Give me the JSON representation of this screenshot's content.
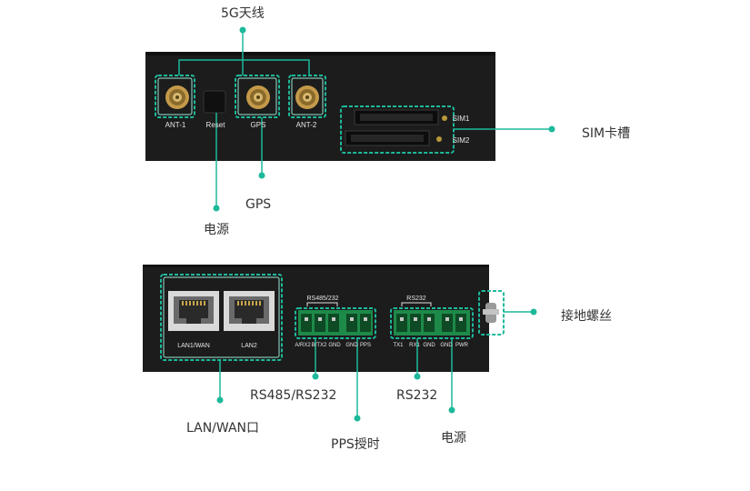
{
  "colors": {
    "accent": "#1db99a",
    "panel": "#1c1c1c",
    "text": "#333333"
  },
  "top_panel": {
    "callouts": {
      "antenna_5g": "5G天线",
      "gps": "GPS",
      "power": "电源",
      "sim_slot": "SIM卡槽"
    },
    "silkscreen": {
      "ant1": "ANT-1",
      "reset": "Reset",
      "gps": "GPS",
      "ant2": "ANT-2",
      "sim1": "SIM1",
      "sim2": "SIM2"
    }
  },
  "bottom_panel": {
    "callouts": {
      "lan_wan": "LAN/WAN口",
      "rs485_rs232": "RS485/RS232",
      "pps": "PPS授时",
      "rs232": "RS232",
      "power": "电源",
      "ground_screw": "接地螺丝"
    },
    "silkscreen": {
      "lan1": "LAN1/WAN",
      "lan2": "LAN2",
      "group1_title": "RS485/232",
      "group2_title": "RS232",
      "group1_pins": [
        "A/RX2",
        "B/TX2",
        "GND",
        "GND",
        "PPS"
      ],
      "group2_pins": [
        "TX1",
        "RX1",
        "GND",
        "GND",
        "PWR"
      ]
    }
  }
}
